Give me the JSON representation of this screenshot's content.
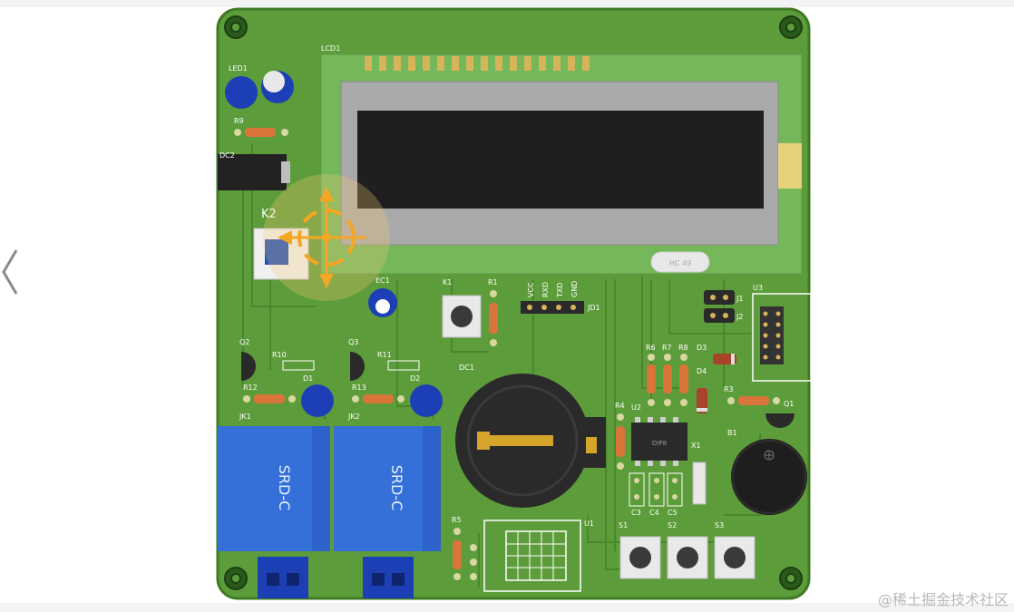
{
  "watermark": "@稀土掘金技术社区",
  "colors": {
    "board": "#5d9c3a",
    "board_edge": "#3e7a22",
    "relay_blue": "#2c62c9",
    "lcd_green": "#74b85a",
    "lcd_screen": "#1f1f1f",
    "gizmo": "#f5a623"
  },
  "pcb": {
    "lcd_label": "LCD1",
    "led1_label": "LED1",
    "r9": "R9",
    "dc2": "DC2",
    "k2": "K2",
    "ec1": "EC1",
    "k1": "K1",
    "r1": "R1",
    "pin_vcc": "VCC",
    "pin_rxd": "RXD",
    "pin_txd": "TXD",
    "pin_gnd": "GND",
    "jd1": "JD1",
    "j1": "J1",
    "j2": "J2",
    "u3": "U3",
    "q2": "Q2",
    "r10": "R10",
    "q3": "Q3",
    "r11": "R11",
    "d1": "D1",
    "d2": "D2",
    "dc1": "DC1",
    "r6": "R6",
    "r7": "R7",
    "r8": "R8",
    "d3": "D3",
    "d4": "D4",
    "r12": "R12",
    "r13": "R13",
    "r4": "R4",
    "u2": "U2",
    "dip8": "DIP8",
    "r3": "R3",
    "q1": "Q1",
    "jk1": "JK1",
    "jk2": "JK2",
    "relay1_text": "SRD-C",
    "relay2_text": "SRD-C",
    "b1": "B1",
    "x1": "X1",
    "c3": "C3",
    "c4": "C4",
    "c5": "C5",
    "r5": "R5",
    "u1": "U1",
    "s1": "S1",
    "s2": "S2",
    "s3": "S3",
    "crystal": "HC 49"
  }
}
